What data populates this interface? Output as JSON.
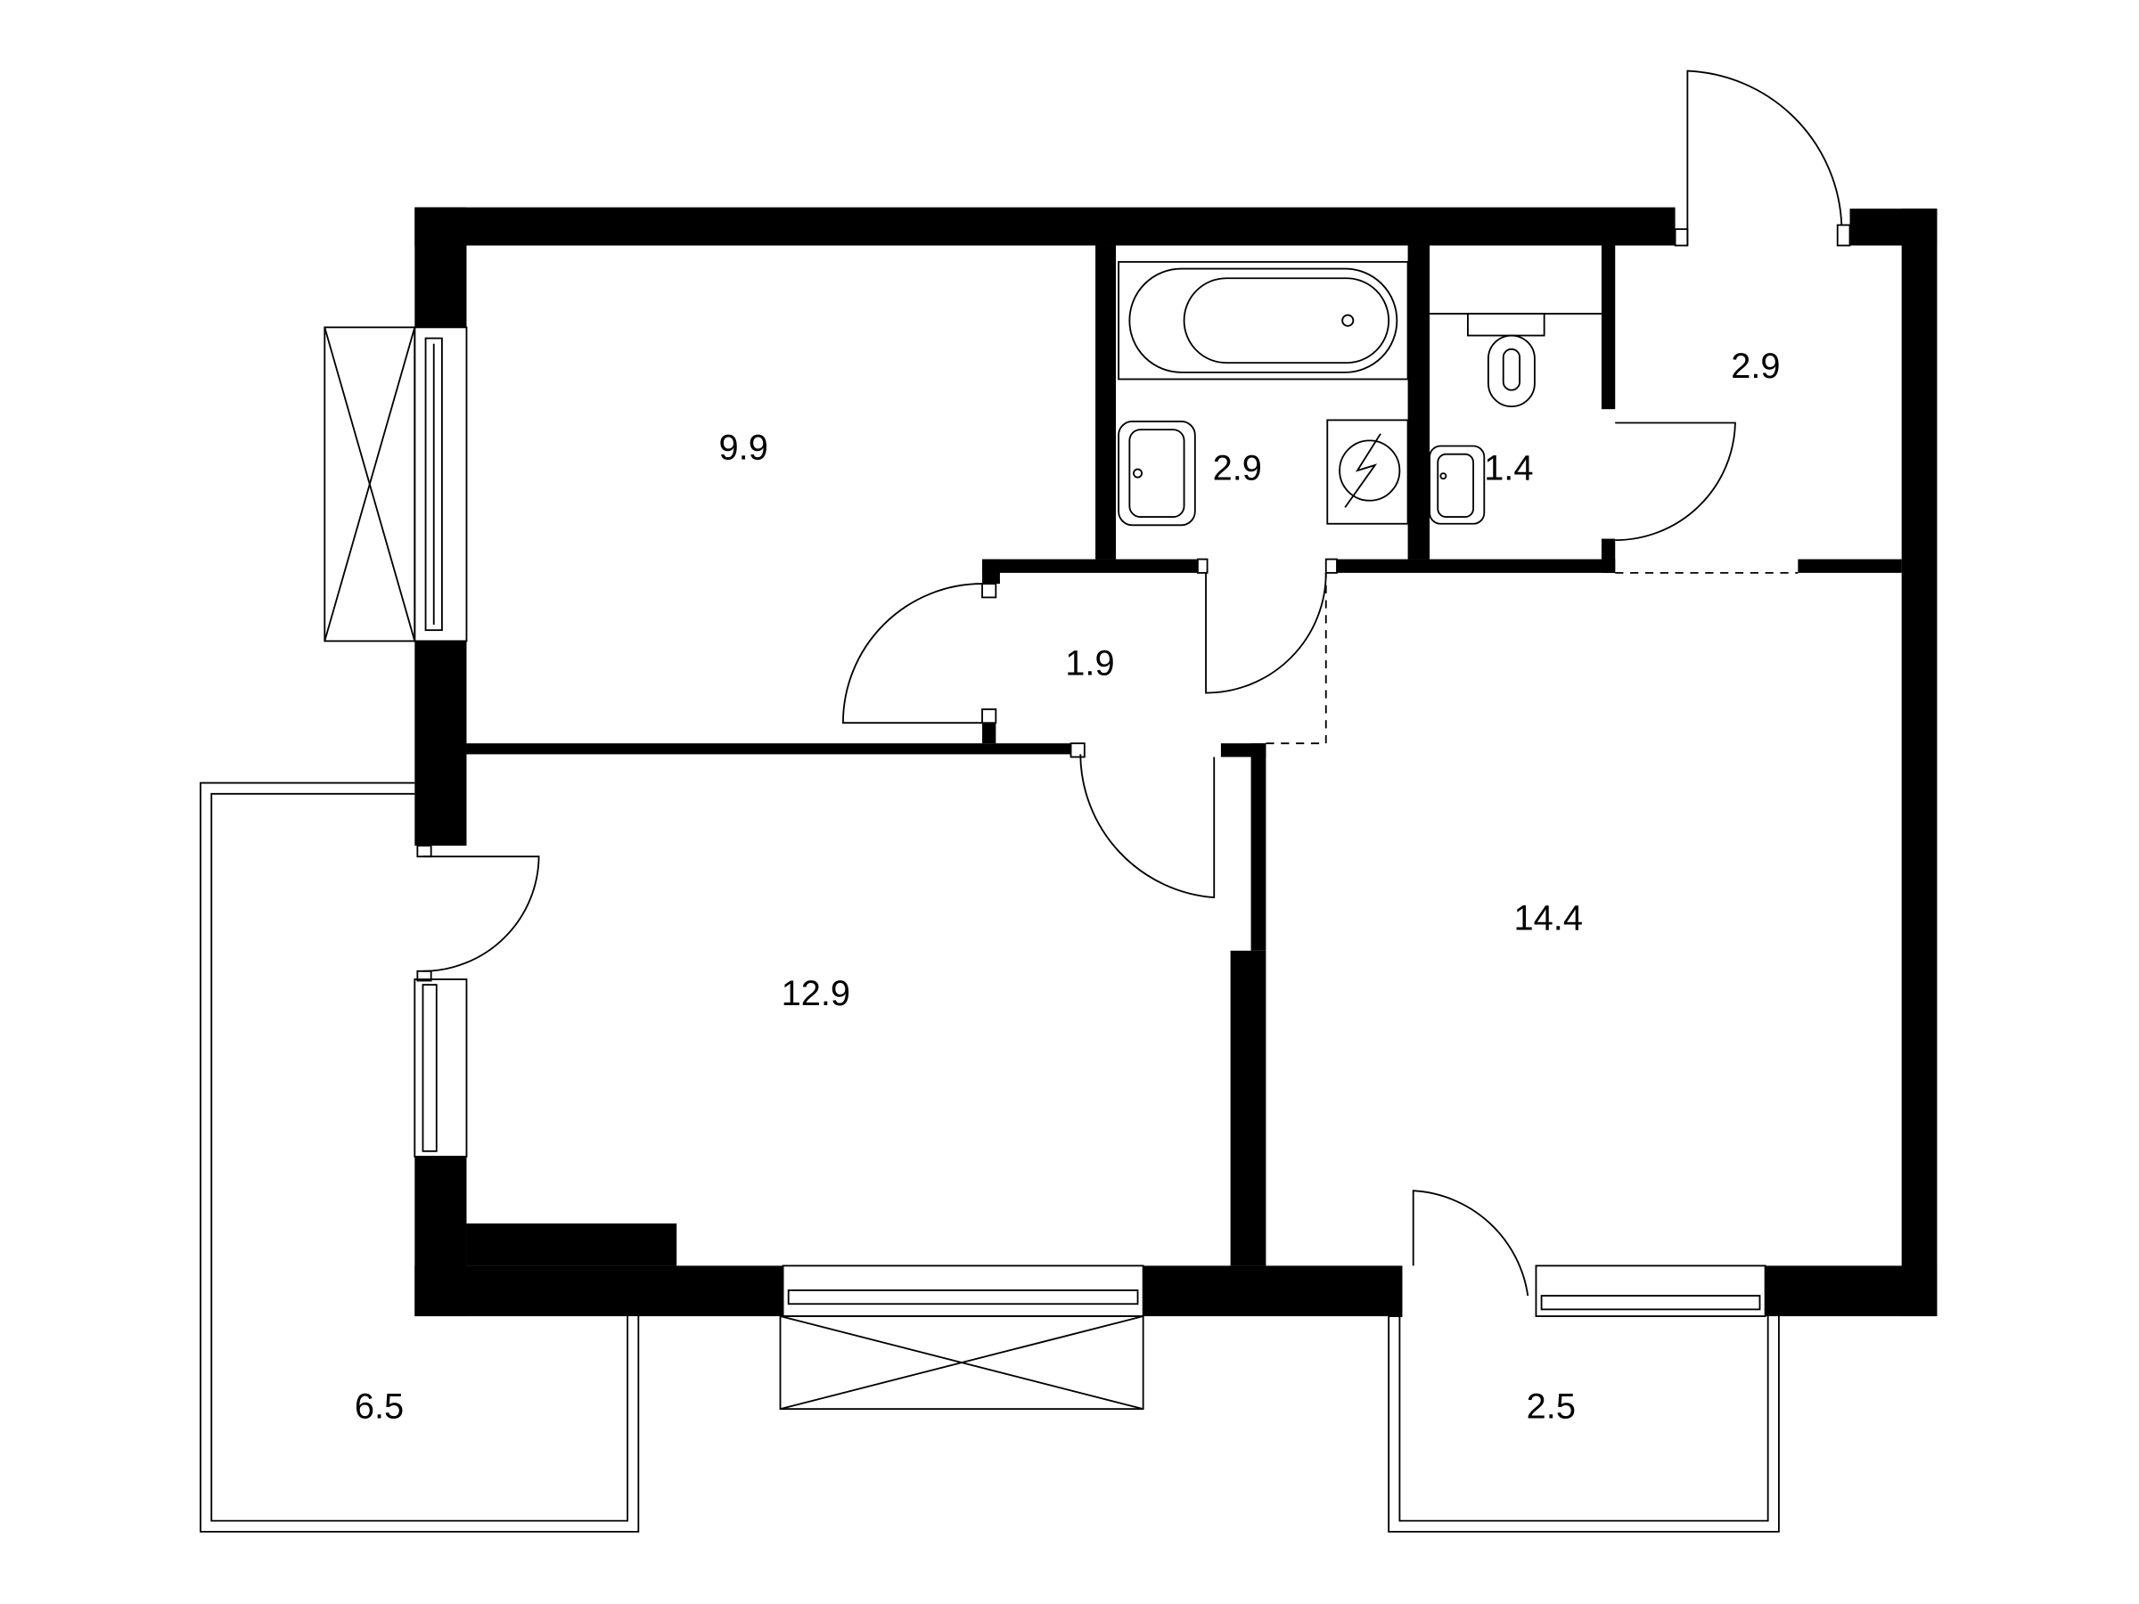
{
  "plan": {
    "wall_color": "#000000",
    "background": "#ffffff",
    "rooms": [
      {
        "id": "bedroom",
        "area": "9.9"
      },
      {
        "id": "bathroom",
        "area": "2.9"
      },
      {
        "id": "wc",
        "area": "1.4"
      },
      {
        "id": "entrance-hall",
        "area": "2.9"
      },
      {
        "id": "corridor",
        "area": "1.9"
      },
      {
        "id": "living-room",
        "area": "12.9"
      },
      {
        "id": "kitchen-living",
        "area": "14.4"
      },
      {
        "id": "balcony-left",
        "area": "6.5"
      },
      {
        "id": "balcony-right",
        "area": "2.5"
      }
    ]
  }
}
